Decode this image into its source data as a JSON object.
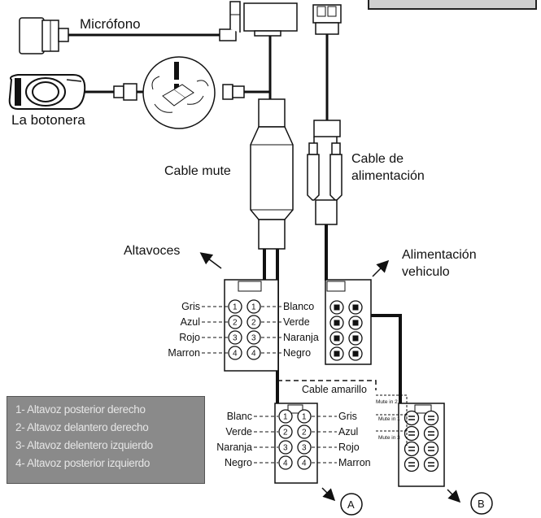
{
  "labels": {
    "microfono": "Micrófono",
    "botonera": "La botonera",
    "cable_mute": "Cable mute",
    "cable_alim_1": "Cable de",
    "cable_alim_2": "alimentación",
    "altavoces": "Altavoces",
    "alim_vehiculo_1": "Alimentación",
    "alim_vehiculo_2": "vehiculo",
    "cable_amarillo": "Cable amarillo",
    "circle_a": "A",
    "circle_b": "B"
  },
  "connector_left": {
    "left_labels": [
      "Gris",
      "Azul",
      "Rojo",
      "Marron"
    ],
    "right_labels": [
      "Blanco",
      "Verde",
      "Naranja",
      "Negro"
    ],
    "pins": [
      "1",
      "2",
      "3",
      "4"
    ]
  },
  "connector_bottom": {
    "left_labels": [
      "Blanc",
      "Verde",
      "Naranja",
      "Negro"
    ],
    "right_labels": [
      "Gris",
      "Azul",
      "Rojo",
      "Marron"
    ],
    "pins": [
      "1",
      "2",
      "3",
      "4"
    ]
  },
  "connector_b": {
    "mute_labels": [
      "Mute in 2",
      "Mute in 1",
      "Mute in 3"
    ]
  },
  "legend": [
    "1- Altavoz posterior derecho",
    "2- Altavoz delantero derecho",
    "3- Altavoz delentero izquierdo",
    "4- Altavoz posterior izquierdo"
  ]
}
